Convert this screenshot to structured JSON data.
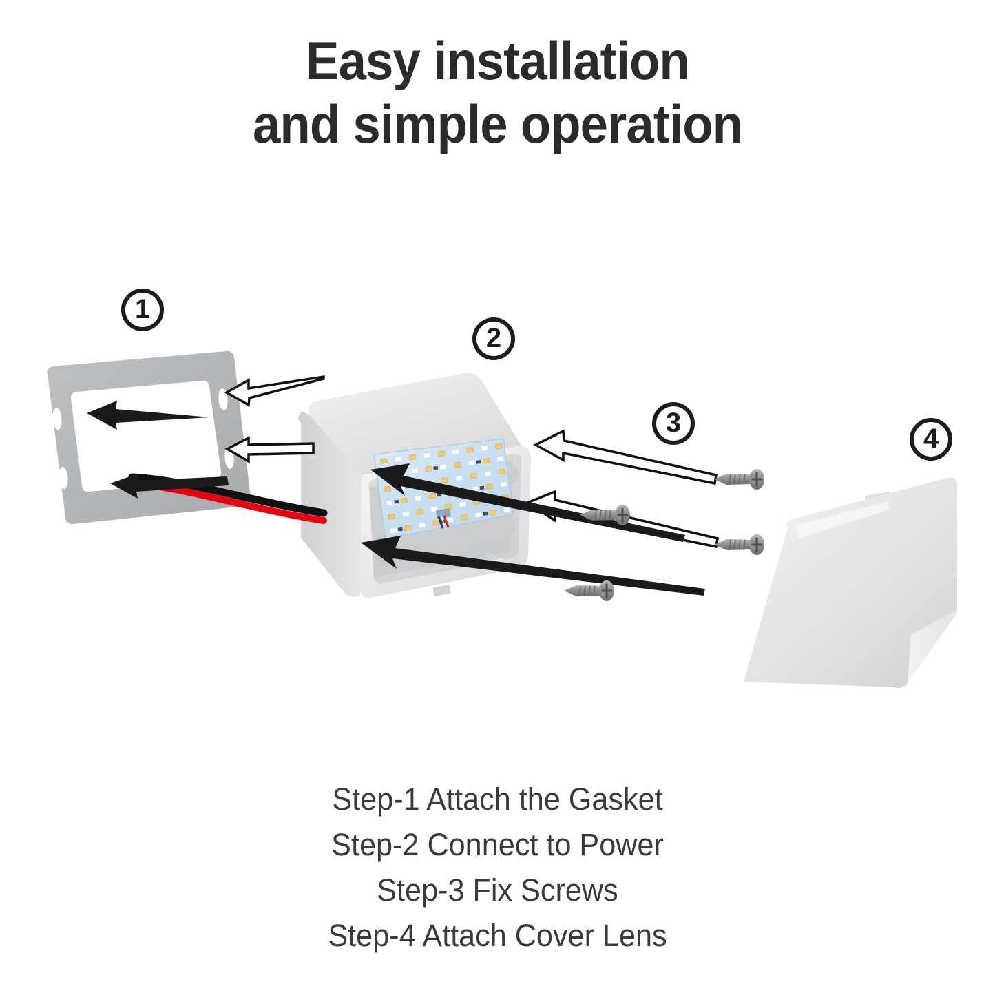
{
  "title": {
    "line1": "Easy installation",
    "line2": "and simple operation"
  },
  "steps": [
    "Step-1 Attach the Gasket",
    "Step-2 Connect to Power",
    "Step-3 Fix Screws",
    "Step-4 Attach Cover Lens"
  ],
  "callouts": [
    {
      "number": "1",
      "part": "gasket"
    },
    {
      "number": "2",
      "part": "led-housing"
    },
    {
      "number": "3",
      "part": "screws"
    },
    {
      "number": "4",
      "part": "cover-lens"
    }
  ],
  "colors": {
    "title_text": "#2b2b2b",
    "step_text": "#3a3a3a",
    "badge_outline": "#1c1c1c",
    "gasket_gray": "#b4b7ba",
    "housing_white": "#e9eaeb",
    "housing_shadow": "#c9cbcd",
    "pcb_blue": "#cfe2f2",
    "led_white": "#fdfdfd",
    "led_warm": "#f6c96a",
    "screw_gray": "#8b8f91",
    "wire_black": "#111111",
    "wire_red": "#e30613",
    "lens_white": "#e6e7e8",
    "background": "#ffffff"
  },
  "diagram": {
    "type": "exploded-assembly",
    "part_count": 4,
    "screw_count": 4,
    "gasket_slot_count": 4,
    "housing_boss_count": 4,
    "wire_colors": [
      "black",
      "red"
    ],
    "arrow_solid_count": 3,
    "arrow_outline_count": 3
  }
}
